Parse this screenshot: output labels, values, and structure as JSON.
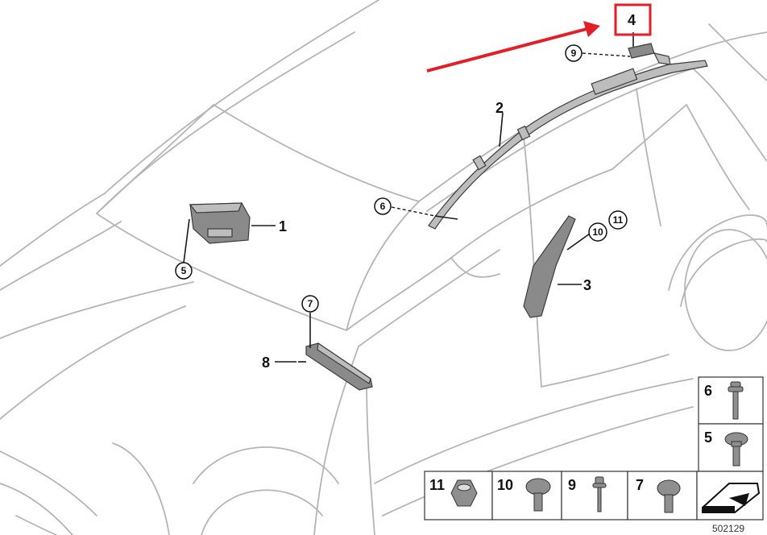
{
  "callouts": {
    "p1": "1",
    "p2": "2",
    "p3": "3",
    "p4": "4",
    "p5": "5",
    "p6": "6",
    "p7": "7",
    "p8": "8",
    "p9": "9",
    "p10": "10",
    "p11": "11"
  },
  "legend": {
    "item6": "6",
    "item5": "5",
    "item11": "11",
    "item10": "10",
    "item9": "9",
    "item7": "7"
  },
  "catalog_number": "502129",
  "colors": {
    "highlight": "#e41e26",
    "outline": "#b5b5b5",
    "part": "#8a8a8a"
  }
}
